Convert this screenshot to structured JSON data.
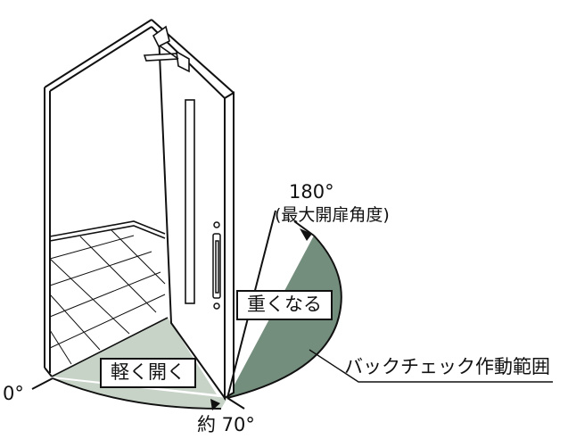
{
  "labels": {
    "angle_180": "180°",
    "max_angle_note": "(最大開扉角度)",
    "heavy_zone": "重くなる",
    "backcheck_range": "バックチェック作動範囲",
    "angle_0": "0°",
    "light_zone": "軽く開く",
    "angle_70": "約 70°"
  },
  "colors": {
    "light_zone_fill": "#c8d3c8",
    "heavy_zone_fill": "#748e7d",
    "outline": "#111111",
    "floor_tile": "#ffffff"
  }
}
